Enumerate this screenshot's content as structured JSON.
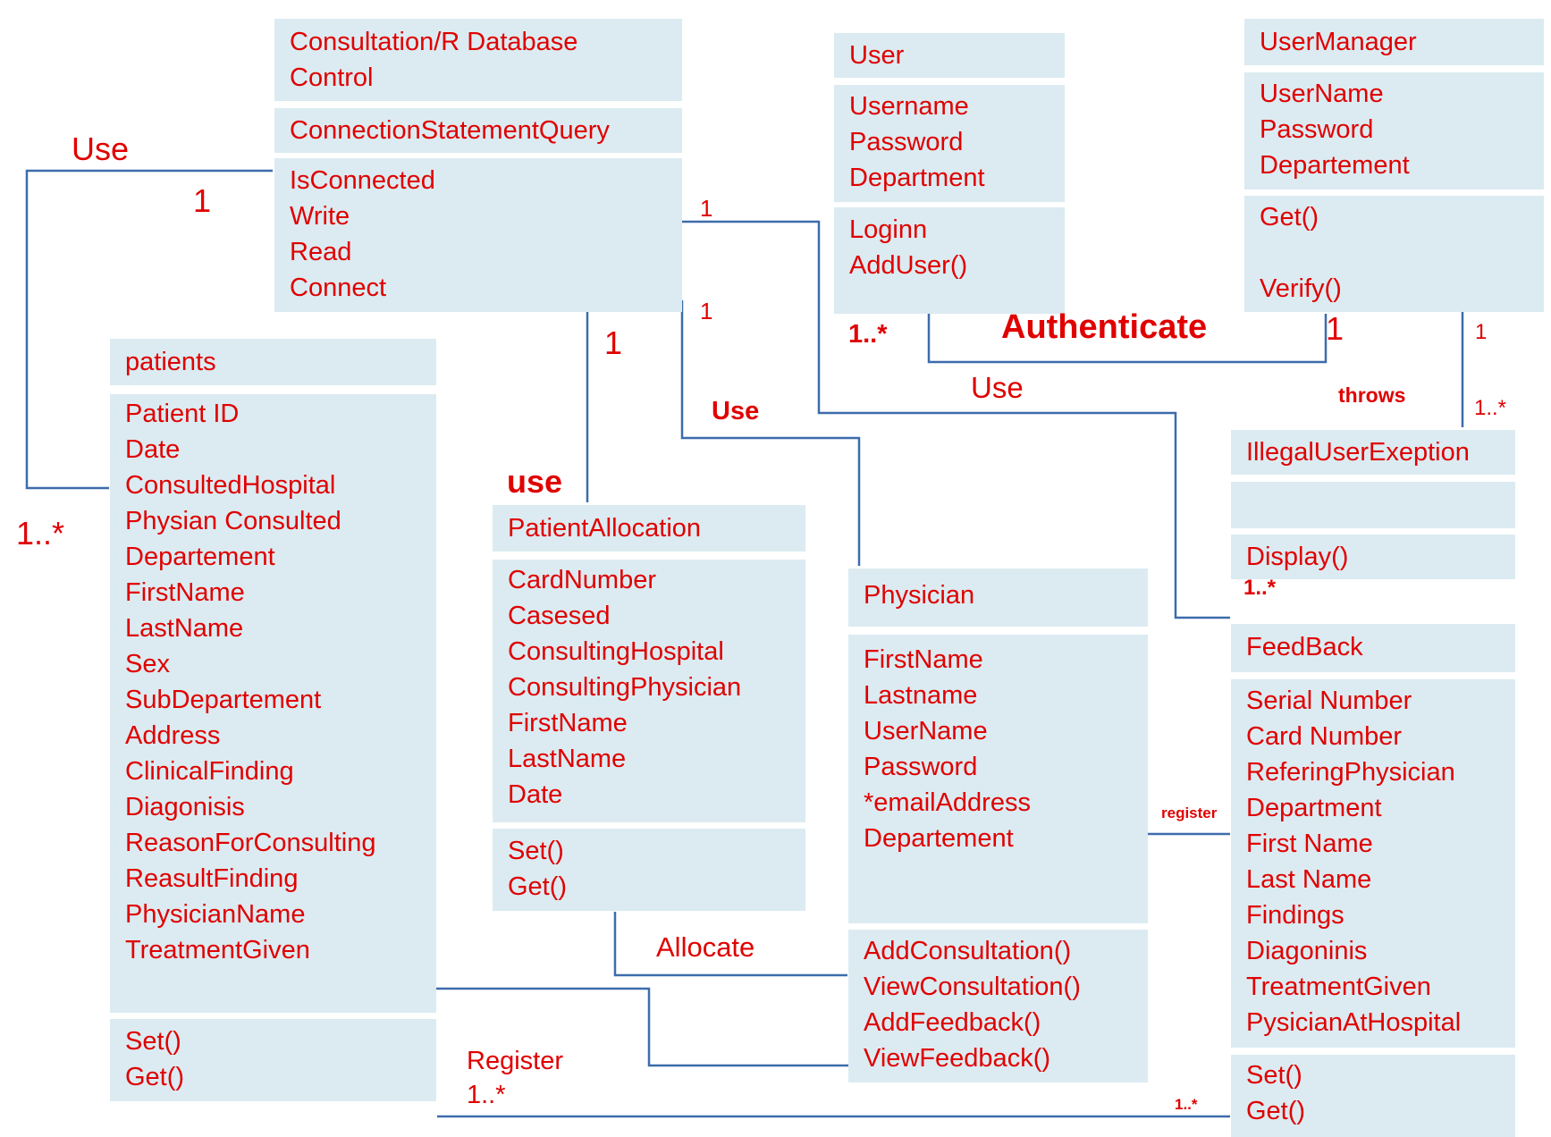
{
  "classes": {
    "db_control": {
      "name": [
        "Consultation/R Database",
        "Control"
      ],
      "attributes": [
        "ConnectionStatementQuery"
      ],
      "methods": [
        "IsConnected",
        "Write",
        "Read",
        "Connect"
      ]
    },
    "user": {
      "name": [
        "User"
      ],
      "attributes": [
        "Username",
        "Password",
        "Department"
      ],
      "methods": [
        "Loginn",
        "AddUser()"
      ]
    },
    "user_manager": {
      "name": [
        "UserManager"
      ],
      "attributes": [
        "UserName",
        "Password",
        "Departement"
      ],
      "methods": [
        "Get()",
        "",
        "Verify()"
      ]
    },
    "patients": {
      "name": [
        "patients"
      ],
      "attributes": [
        "Patient ID",
        "Date",
        "ConsultedHospital",
        "Physian Consulted",
        "Departement",
        "FirstName",
        "LastName",
        "Sex",
        "SubDepartement",
        "Address",
        "ClinicalFinding",
        "Diagonisis",
        "ReasonForConsulting",
        "ReasultFinding",
        "PhysicianName",
        "TreatmentGiven"
      ],
      "methods": [
        "Set()",
        "Get()"
      ]
    },
    "patient_allocation": {
      "name": [
        "PatientAllocation"
      ],
      "attributes": [
        "CardNumber",
        "Casesed",
        "ConsultingHospital",
        "ConsultingPhysician",
        "FirstName",
        "LastName",
        "Date"
      ],
      "methods": [
        "Set()",
        "Get()"
      ]
    },
    "physician": {
      "name": [
        "Physician"
      ],
      "attributes": [
        "FirstName",
        "Lastname",
        "UserName",
        "Password",
        "*emailAddress",
        "Departement"
      ],
      "methods": [
        "AddConsultation()",
        "ViewConsultation()",
        "AddFeedback()",
        "ViewFeedback()"
      ]
    },
    "illegal_user_exception": {
      "name": [
        "IllegalUserExeption"
      ],
      "attributes": [],
      "methods": [
        "Display()"
      ]
    },
    "feedback": {
      "name": [
        "FeedBack"
      ],
      "attributes": [
        "Serial Number",
        "Card Number",
        "ReferingPhysician",
        "Department",
        "First Name",
        "Last Name",
        "Findings",
        "Diagoninis",
        "TreatmentGiven",
        "PysicianAtHospital"
      ],
      "methods": [
        "Set()",
        "Get()"
      ]
    }
  },
  "labels": {
    "use_left": "Use",
    "mult_db_left": "1",
    "mult_patients_left": "1..*",
    "mult_db_down": "1",
    "use_allocation": "use",
    "mult_db_right_top": "1",
    "mult_db_right_bottom": "1",
    "use_physician": "Use",
    "mult_user_bottom": "1..*",
    "authenticate": "Authenticate",
    "mult_usermanager_auth": "1",
    "use_feedback": "Use",
    "mult_usermanager_throws": "1",
    "throws": "throws",
    "mult_exception_top": "1..*",
    "mult_exception_bottom": "1..*",
    "register_small": "register",
    "allocate": "Allocate",
    "register": "Register",
    "mult_register_left": "1..*",
    "mult_register_right": "1..*"
  },
  "colors": {
    "box_fill": "#dbebf1",
    "text": "#e00000",
    "connector": "#3d6cab"
  }
}
